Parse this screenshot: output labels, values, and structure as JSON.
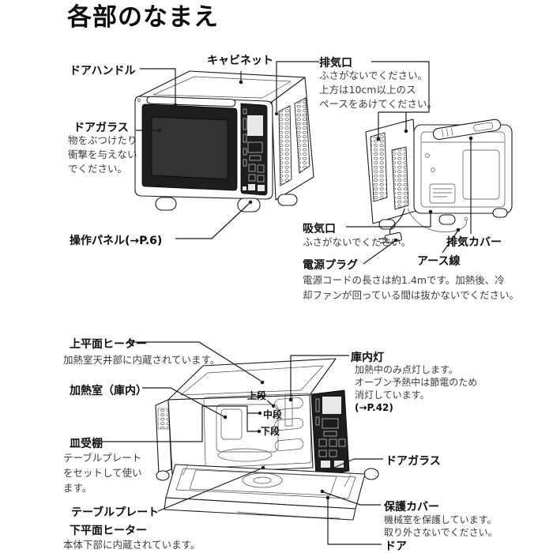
{
  "page": {
    "title": "各部のなまえ"
  },
  "colors": {
    "ink": "#1a1a1a",
    "panel": "#1e1e1e",
    "glass": "#333333",
    "paper": "#ffffff"
  },
  "top_section": {
    "door_handle": {
      "label": "ドアハンドル"
    },
    "cabinet": {
      "label": "キャビネット"
    },
    "exhaust_vent": {
      "label": "排気口",
      "desc": [
        "ふさがないでください。",
        "上方は10cm以上のス",
        "ペースをあけてください。"
      ]
    },
    "door_glass": {
      "label": "ドアガラス",
      "desc": [
        "物をぶつけたり",
        "衝撃を与えない",
        "でください。"
      ]
    },
    "control_panel": {
      "label": "操作パネル(→P.6)"
    },
    "intake_vent": {
      "label": "吸気口",
      "desc": [
        "ふさがないでください。"
      ]
    },
    "power_plug": {
      "label": "電源プラグ",
      "desc": [
        "電源コードの長さは約1.4mです。加熱後、冷",
        "却ファンが回っている間は抜かないでください。"
      ]
    },
    "exhaust_cover": {
      "label": "排気カバー"
    },
    "earth_wire": {
      "label": "アース線"
    }
  },
  "bottom_section": {
    "upper_heater": {
      "label": "上平面ヒーター",
      "desc": [
        "加熱室天井部に内蔵されています。"
      ]
    },
    "heating_chamber": {
      "label": "加熱室（庫内）"
    },
    "rack_shelf": {
      "label": "皿受棚",
      "desc": [
        "テーブルプレート",
        "をセットして使い",
        "ます。"
      ]
    },
    "table_plate": {
      "label": "テーブルプレート"
    },
    "lower_heater": {
      "label": "下平面ヒーター",
      "desc": [
        "本体下部に内蔵されています。"
      ]
    },
    "interior_light": {
      "label": "庫内灯",
      "desc": [
        "加熱中のみ点灯します。",
        "オーブン予熱中は節電のため",
        "消灯しています。",
        "(→P.42)"
      ]
    },
    "door_glass": {
      "label": "ドアガラス"
    },
    "protective_cover": {
      "label": "保護カバー",
      "desc": [
        "機械室を保護しています。",
        "取り外さないでください。"
      ]
    },
    "door": {
      "label": "ドア"
    },
    "levels": {
      "upper": "上段",
      "middle": "中段",
      "lower": "下段"
    }
  }
}
